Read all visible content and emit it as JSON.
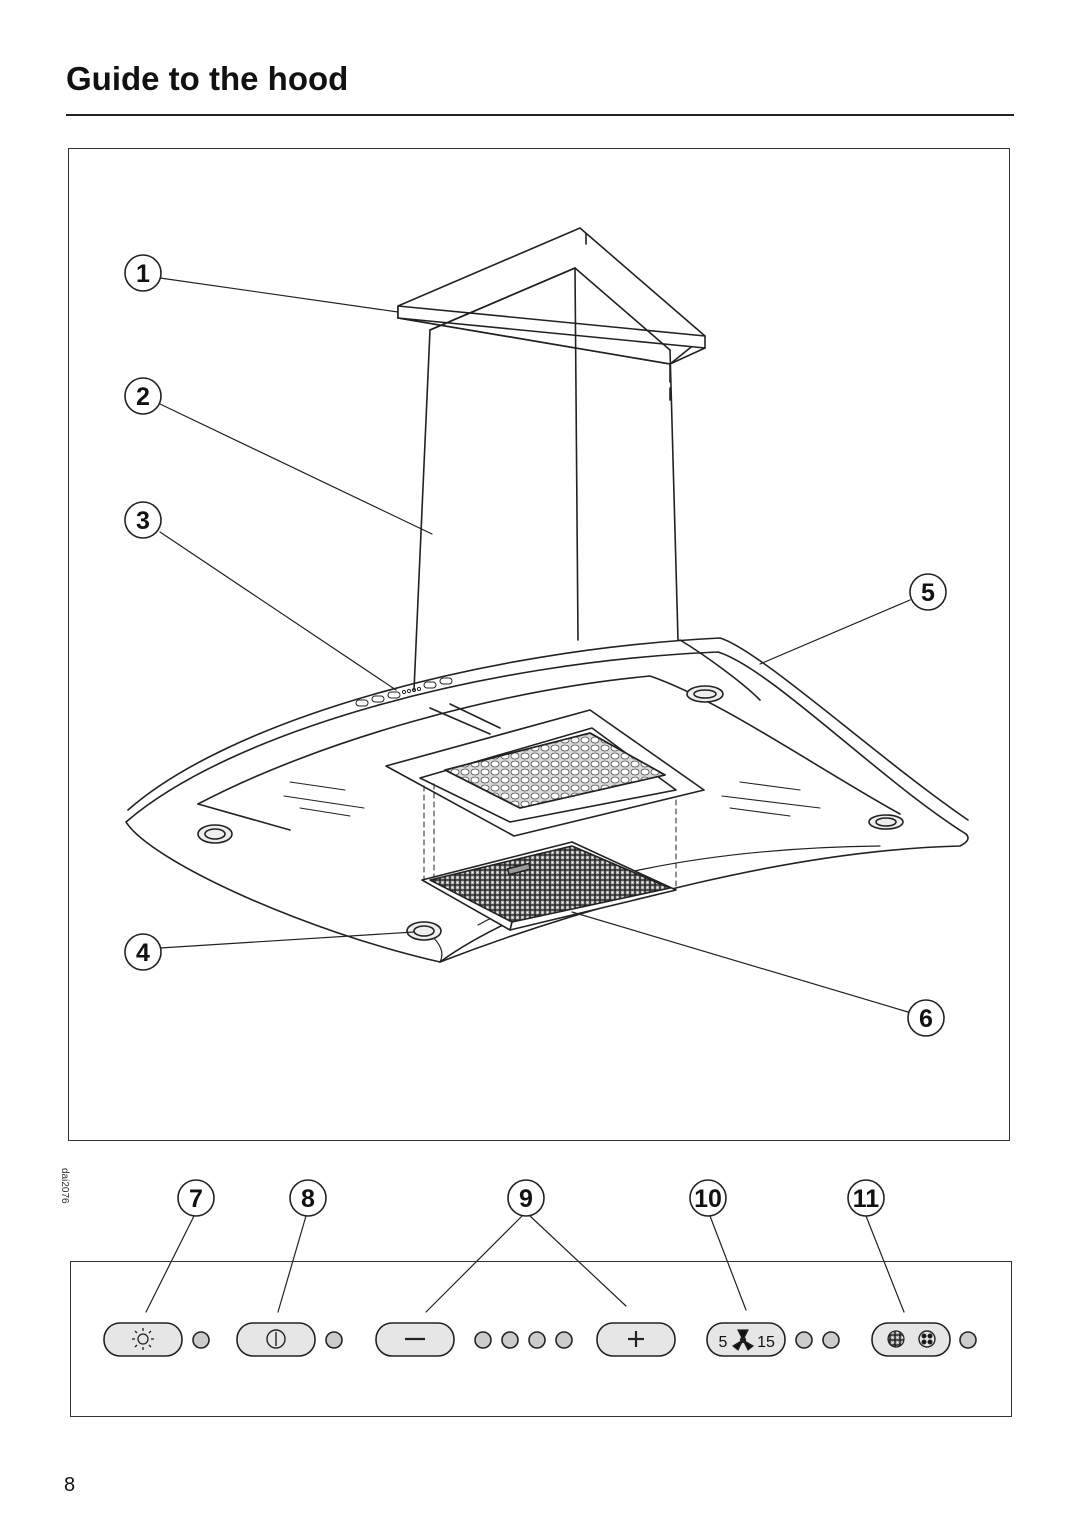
{
  "page": {
    "title": "Guide to the hood",
    "page_number": "8",
    "figure_code": "dai2076"
  },
  "callouts": [
    "1",
    "2",
    "3",
    "4",
    "5",
    "6",
    "7",
    "8",
    "9",
    "10",
    "11"
  ],
  "panel": {
    "fan_button_low": "5",
    "fan_button_high": "15"
  }
}
